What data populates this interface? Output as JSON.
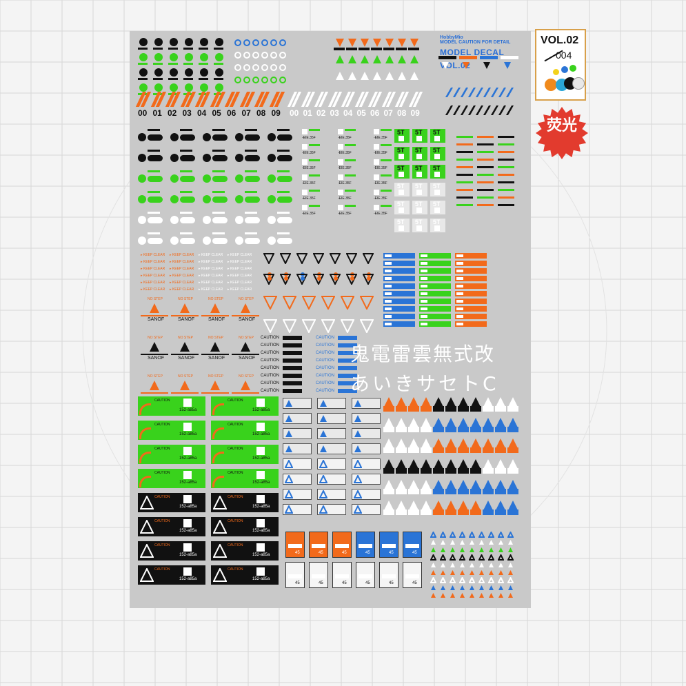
{
  "brand": {
    "maker": "HobbyMio",
    "subtitle": "MODEL CAUTION FOR DETAIL",
    "title": "MODEL DECAL",
    "volume": "VOL.02"
  },
  "badge": {
    "volume": "VOL.02",
    "number": "004",
    "fluorescent_label": "荧光"
  },
  "numbers": [
    "00",
    "01",
    "02",
    "03",
    "04",
    "05",
    "06",
    "07",
    "08",
    "09"
  ],
  "decal_texts": {
    "keep_clear": "KEEP CLEAR",
    "no_step": "NO STEP",
    "sanof": "SANOF",
    "caution": "CAUTION",
    "five_t": "5T",
    "code": "152-a85a",
    "gauge": "45",
    "eb": "-EIE.35F"
  },
  "kanji_line": "鬼電雷雲無式改",
  "kana_line": "あいきサセトC",
  "colors": {
    "sheet": "#c9c9c9",
    "green": "#39d21c",
    "orange": "#f26a1b",
    "blue": "#2a74d6",
    "black": "#111111",
    "white": "#ffffff",
    "badge_border": "#d8a04a",
    "burst": "#e23b2e"
  }
}
